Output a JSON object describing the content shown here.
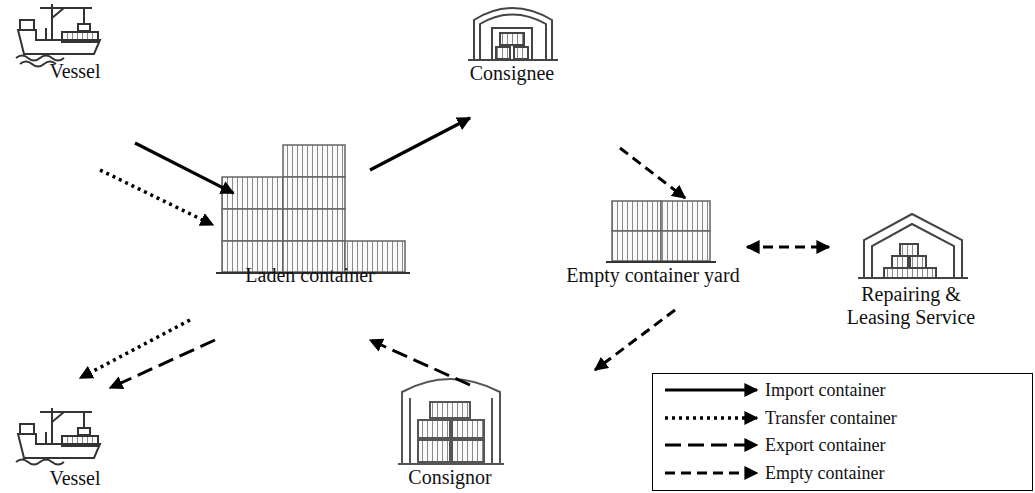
{
  "diagram": {
    "nodes": [
      {
        "text": [
          "Vessel"
        ]
      },
      {
        "text": [
          "Consignee"
        ]
      },
      {
        "text": [
          "Laden container"
        ]
      },
      {
        "text": [
          "Empty container yard"
        ]
      },
      {
        "text": [
          "Repairing & Leasing Service"
        ]
      },
      {
        "text": [
          "Vessel"
        ]
      },
      {
        "text": [
          "Consignor"
        ]
      }
    ],
    "edges": [
      {
        "from": 0,
        "to": 2,
        "arrow": "to"
      },
      {
        "from": 0,
        "to": 2,
        "arrow": "to"
      },
      {
        "from": 2,
        "to": 1,
        "arrow": "to"
      },
      {
        "from": 1,
        "to": 3,
        "arrow": "to"
      },
      {
        "from": 3,
        "to": 4,
        "arrow": "both"
      },
      {
        "from": 3,
        "to": 6,
        "arrow": "to"
      },
      {
        "from": 6,
        "to": 2,
        "arrow": "to"
      },
      {
        "from": 2,
        "to": 5,
        "arrow": "to"
      },
      {
        "from": 2,
        "to": 5,
        "arrow": "to"
      }
    ],
    "legend": [
      {
        "text": "Import container"
      },
      {
        "text": "Transfer container"
      },
      {
        "text": "Export container"
      },
      {
        "text": "Empty container"
      }
    ]
  }
}
